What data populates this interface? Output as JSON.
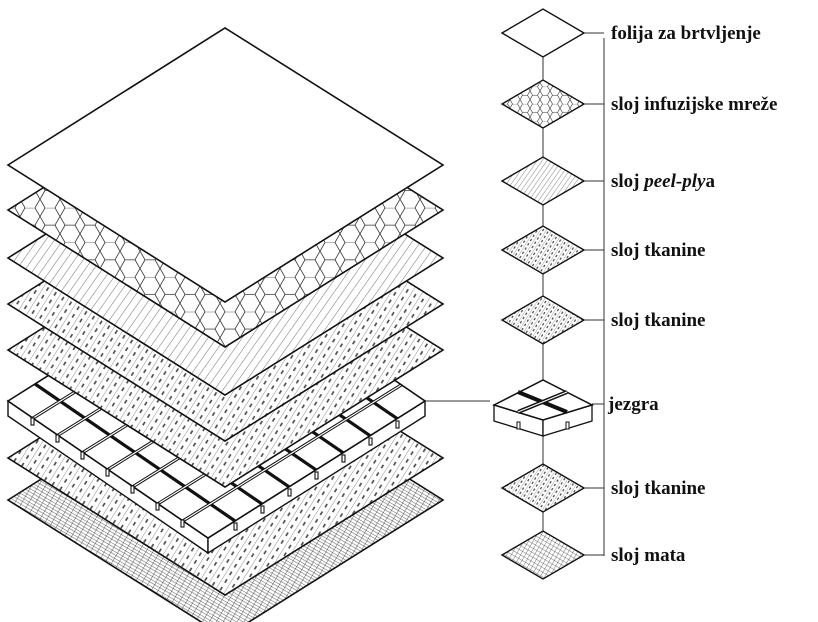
{
  "labels": {
    "folija": "folija za brtvljenje",
    "infuzija": "sloj infuzijske mreže",
    "peel_prefix": "sloj ",
    "peel_italic": "peel-ply",
    "peel_suffix": "a",
    "tkanina_1": "sloj tkanine",
    "tkanina_2": "sloj tkanine",
    "jezgra": "jezgra",
    "tkanina_3": "sloj tkanine",
    "mat": "sloj mata"
  }
}
